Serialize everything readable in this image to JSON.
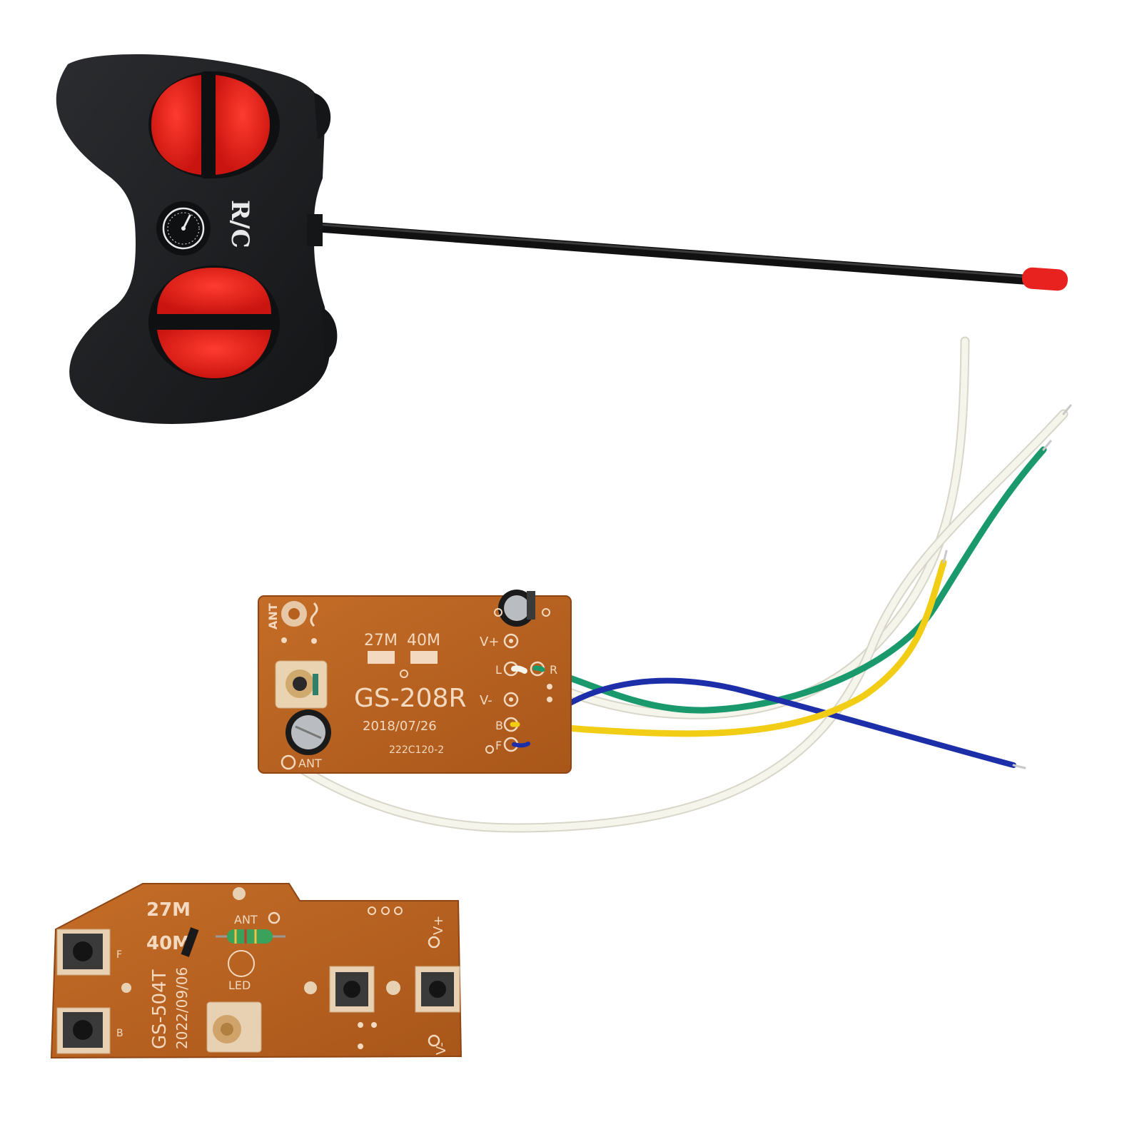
{
  "remote": {
    "logo": "R/C",
    "colors": {
      "body": "#1c1d1f",
      "buttons": "#e8231f",
      "antenna_tip": "#e8231f"
    }
  },
  "receiver_board": {
    "model": "GS-208R",
    "date": "2018/07/26",
    "code": "222C120-2",
    "freq_a": "27M",
    "freq_b": "40M",
    "ant_top": "ANT",
    "ant_bottom": "ANT",
    "pins": {
      "vplus": "V+",
      "l": "L",
      "r": "R",
      "vminus": "V-",
      "b": "B",
      "f": "F"
    },
    "colors": {
      "pcb": "#b5601e",
      "silk": "#f3d9bf"
    }
  },
  "transmitter_board": {
    "model": "GS-504T",
    "date": "2022/09/06",
    "freq_a": "27M",
    "freq_b": "40M",
    "ant": "ANT",
    "led": "LED",
    "btn_f": "F",
    "btn_b": "B",
    "vplus": "V+",
    "vminus": "V-"
  },
  "wires": {
    "colors": [
      "#f1f0e6",
      "#1a9a6c",
      "#1d2fa8",
      "#f2cd16",
      "#f1f0e6"
    ]
  }
}
